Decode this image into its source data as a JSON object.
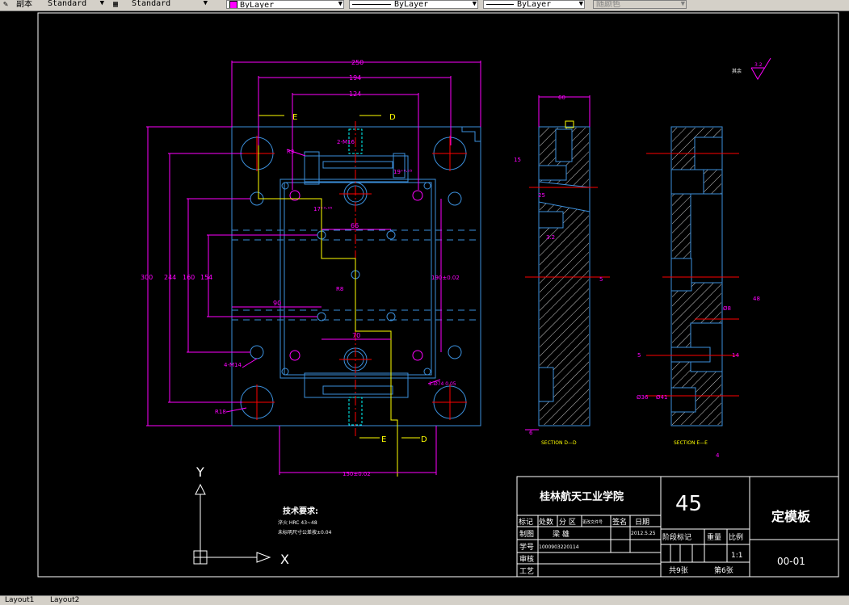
{
  "toolbar": {
    "text_style_prefix": "副本",
    "text_style": "Standard",
    "dim_style": "Standard",
    "layer_color": "ByLayer",
    "linetype": "ByLayer",
    "lineweight": "ByLayer",
    "plot_style": "随颜色",
    "layer_swatch_color": "#ff00ff"
  },
  "drawing": {
    "dims_main": {
      "d250": "250",
      "d194": "194",
      "d124": "124",
      "d300": "300",
      "d244": "244",
      "d160": "160",
      "d154": "154",
      "d150": "150±0.02",
      "d190": "190±0.02",
      "d66": "66",
      "d90": "90",
      "d70": "70",
      "r8": "R8",
      "r3": "R3",
      "r18": "R18",
      "m16": "2-M16",
      "d4m14": "4-M14",
      "d19": "19⁺⁰·⁰⁵",
      "d17": "17⁺⁰·⁰⁵",
      "d274": "2-Ø74 0.05",
      "section_e": "E",
      "section_d": "D"
    },
    "dims_side": {
      "d60": "60",
      "d15": "15",
      "d25": "25",
      "d32": "3.2",
      "d5": "5",
      "d6": "6",
      "d48": "48",
      "d14": "14",
      "d36": "Ø36",
      "d41": "Ø41",
      "d8": "Ø8",
      "d4": "4"
    },
    "section_dd": "SECTION D—D",
    "section_ee": "SECTION E—E",
    "roughness_label": "其余",
    "roughness_value": "3.2"
  },
  "notes": {
    "title": "技术要求:",
    "line1": "淬火 HRC 43~48",
    "line2": "未标明尺寸公差按±0.04"
  },
  "ucs": {
    "x_label": "X",
    "y_label": "Y"
  },
  "title_block": {
    "school": "桂林航天工业学院",
    "material": "45",
    "part_name": "定模板",
    "part_number": "00-01",
    "h_mark": "标记",
    "h_qty": "处数",
    "h_zone": "分 区",
    "h_doc": "更改文件号",
    "h_sign": "签名",
    "h_date": "日期",
    "r_draw": "制图",
    "drawer": "梁 雄",
    "draw_date": "2012.5.25",
    "r_id": "学号",
    "student_id": "1000903220114",
    "r_review": "审核",
    "r_process": "工艺",
    "stage": "阶段标记",
    "weight": "重量",
    "scale_h": "比例",
    "scale": "1:1",
    "sheets_total": "共9张",
    "sheet_no": "第6张"
  },
  "layout_tabs": [
    "Layout1",
    "Layout2"
  ],
  "colors": {
    "background": "#000000",
    "outline": "#3b8fdb",
    "dimension": "#ff00ff",
    "text": "#ffffff",
    "center": "#ff0000",
    "yellow": "#ffff00",
    "cyan": "#00ffff"
  }
}
